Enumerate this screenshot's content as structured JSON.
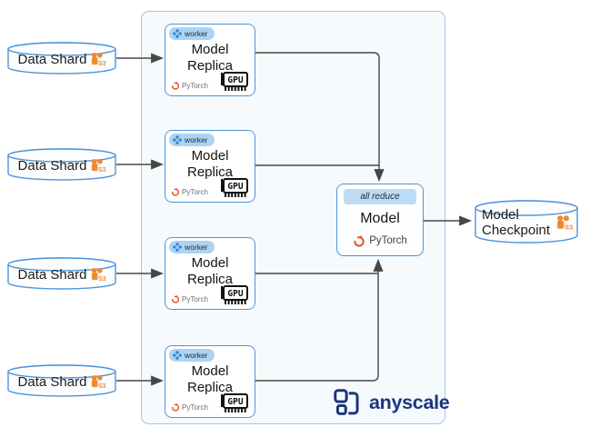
{
  "cluster": {
    "brand": "anyscale"
  },
  "shards": [
    {
      "label": "Data Shard"
    },
    {
      "label": "Data Shard"
    },
    {
      "label": "Data Shard"
    },
    {
      "label": "Data Shard"
    }
  ],
  "replicas": [
    {
      "badge": "worker",
      "title": "Model Replica",
      "framework": "PyTorch",
      "accelerator": "GPU"
    },
    {
      "badge": "worker",
      "title": "Model Replica",
      "framework": "PyTorch",
      "accelerator": "GPU"
    },
    {
      "badge": "worker",
      "title": "Model Replica",
      "framework": "PyTorch",
      "accelerator": "GPU"
    },
    {
      "badge": "worker",
      "title": "Model Replica",
      "framework": "PyTorch",
      "accelerator": "GPU"
    }
  ],
  "model": {
    "badge": "all reduce",
    "title": "Model",
    "framework": "PyTorch"
  },
  "checkpoint": {
    "label": "Model Checkpoint"
  },
  "icons": {
    "s3_label": "S3"
  },
  "colors": {
    "node_border": "#4d94d9",
    "cluster_border": "#9cc5ec",
    "cluster_fill": "#f7fafd",
    "worker_badge": "#add3f3",
    "allreduce_badge": "#bcdcf6",
    "arrow": "#474747",
    "s3_orange": "#ef8b2d",
    "pytorch_orange": "#ee4c2c",
    "ray_blue": "#2d81d8",
    "anyscale_navy": "#1a3680"
  }
}
